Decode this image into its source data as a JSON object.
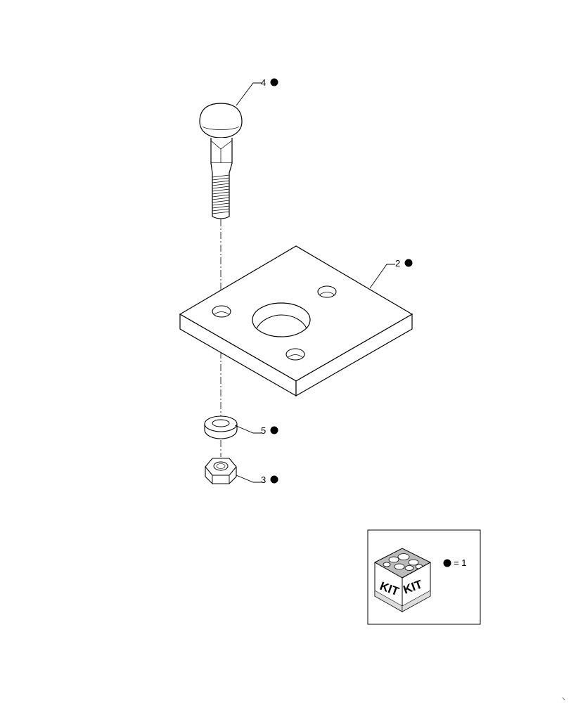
{
  "callouts": {
    "bolt": "4",
    "plate": "2",
    "washer": "5",
    "nut": "3"
  },
  "kit": {
    "label_left": "KIT",
    "label_right": "KIT",
    "legend_equals": "= 1"
  },
  "colors": {
    "line": "#000000",
    "part_fill": "#ffffff",
    "shade": "#dddddd",
    "marker": "#000000"
  }
}
